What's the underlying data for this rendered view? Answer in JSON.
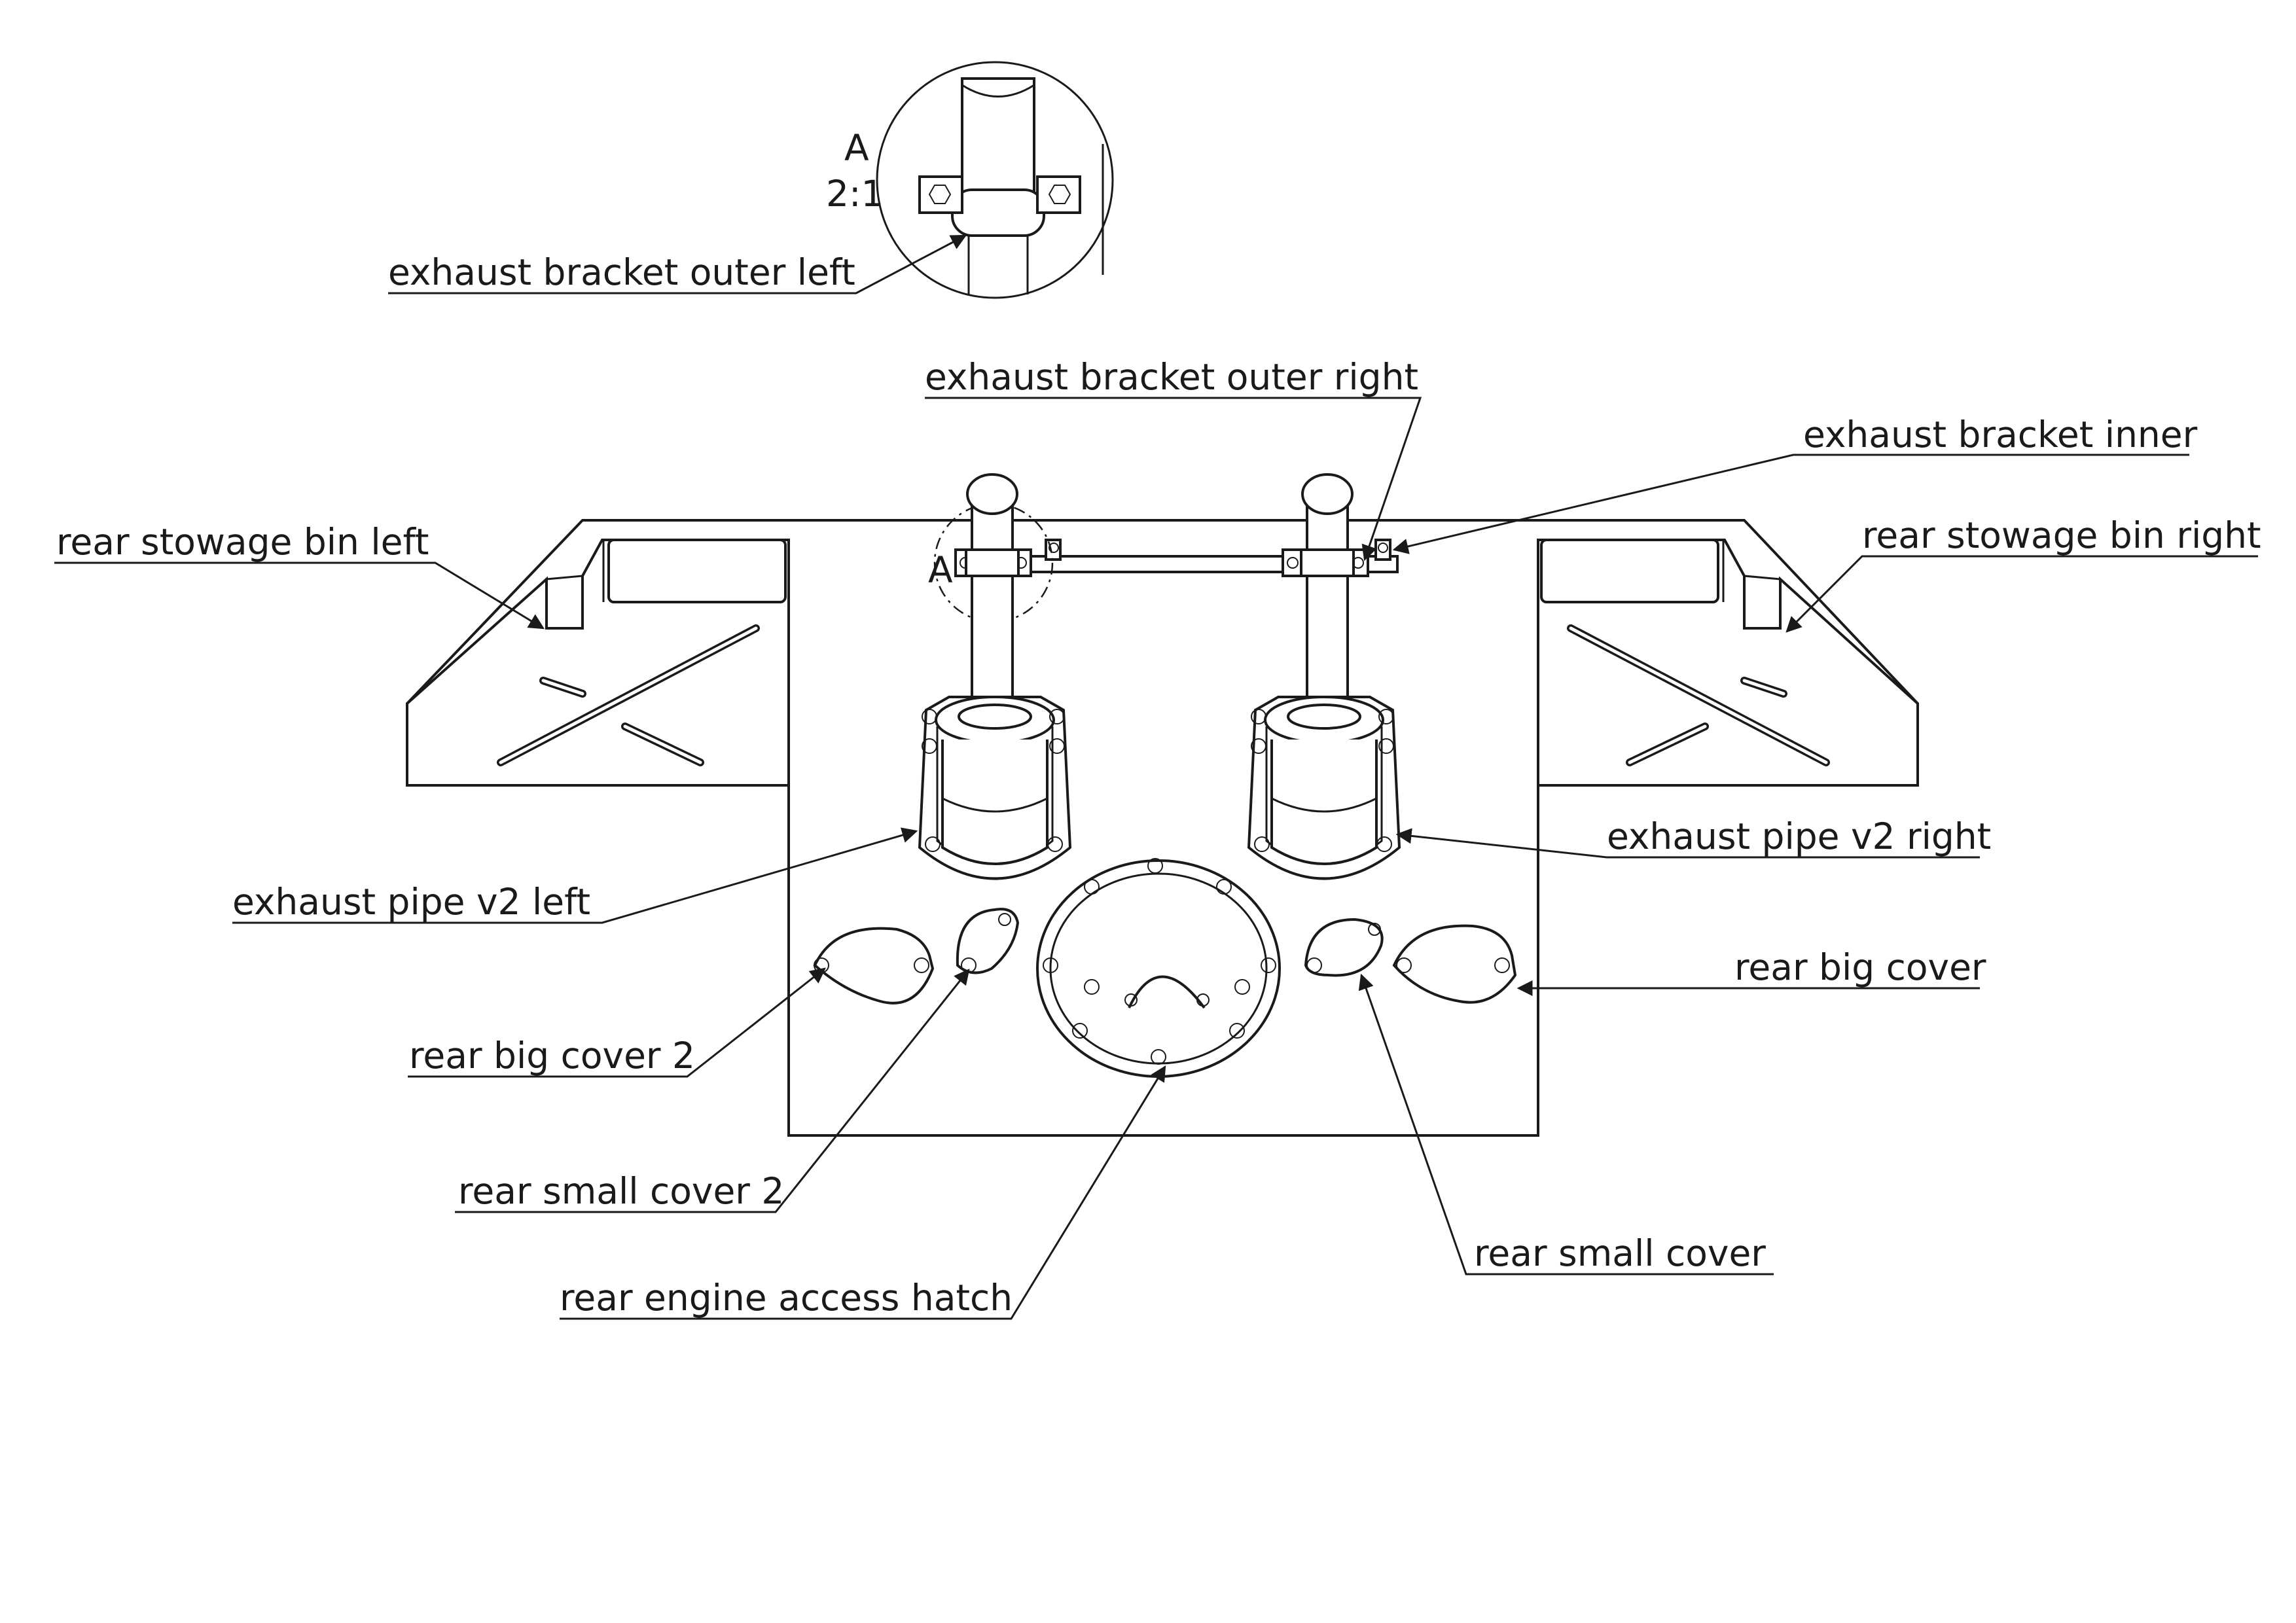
{
  "detail_view": {
    "letter": "A",
    "scale": "2:1"
  },
  "section_marker": "A",
  "labels": {
    "exhaust_bracket_outer_left": "exhaust bracket outer left",
    "exhaust_bracket_outer_right": "exhaust bracket outer right",
    "exhaust_bracket_inner": "exhaust bracket inner",
    "rear_stowage_bin_left": "rear stowage bin left",
    "rear_stowage_bin_right": "rear stowage bin right",
    "exhaust_pipe_v2_left": "exhaust pipe v2 left",
    "exhaust_pipe_v2_right": "exhaust pipe v2 right",
    "rear_big_cover": "rear big cover",
    "rear_big_cover_2": "rear big cover 2",
    "rear_small_cover_2": "rear small cover 2",
    "rear_small_cover": "rear small cover",
    "rear_engine_access_hatch": "rear engine access hatch"
  }
}
